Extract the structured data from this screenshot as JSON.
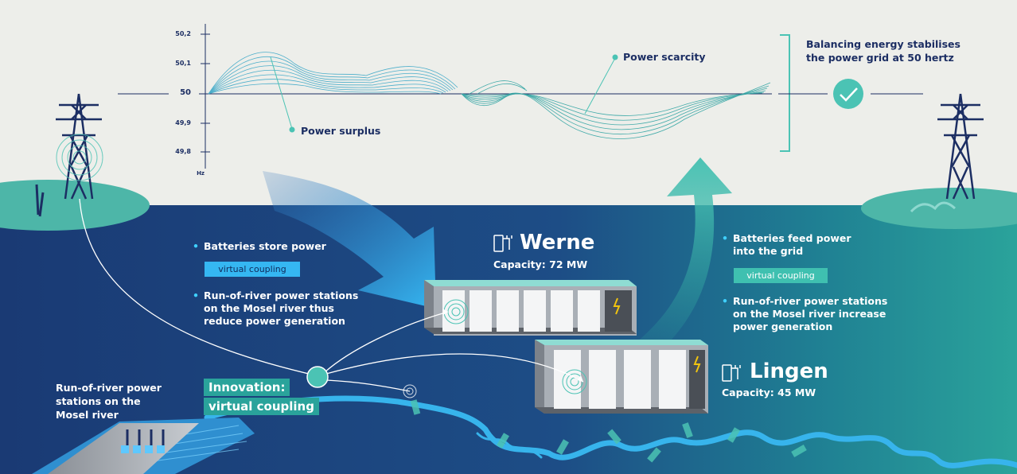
{
  "chart": {
    "y_ticks": [
      "50,2",
      "50,1",
      "50",
      "49,9",
      "49,8"
    ],
    "unit": "Hz"
  },
  "labels": {
    "power_surplus": "Power surplus",
    "power_scarcity": "Power scarcity",
    "balancing_line1": "Balancing energy stabilises",
    "balancing_line2": "the power grid at 50 hertz"
  },
  "left_panel": {
    "bullet1": "Batteries store power",
    "coupling": "virtual coupling",
    "bullet2_line1": "Run-of-river power stations",
    "bullet2_line2": "on the Mosel river thus",
    "bullet2_line3": "reduce power generation"
  },
  "right_panel": {
    "bullet1_line1": "Batteries feed power",
    "bullet1_line2": "into the grid",
    "coupling": "virtual coupling",
    "bullet2_line1": "Run-of-river power stations",
    "bullet2_line2": "on the Mosel river increase",
    "bullet2_line3": "power generation"
  },
  "sites": {
    "werne": {
      "name": "Werne",
      "capacity": "Capacity: 72 MW"
    },
    "lingen": {
      "name": "Lingen",
      "capacity": "Capacity: 45 MW"
    }
  },
  "river": {
    "line1": "Run-of-river power",
    "line2": "stations on the",
    "line3": "Mosel river"
  },
  "innovation": {
    "line1": "Innovation:",
    "line2": "virtual coupling"
  },
  "colors": {
    "sky": "#edeeea",
    "navy": "#1c3f7a",
    "teal": "#2aa39b",
    "accent_blue": "#3fd0ff",
    "text_dark": "#1c2e63"
  }
}
